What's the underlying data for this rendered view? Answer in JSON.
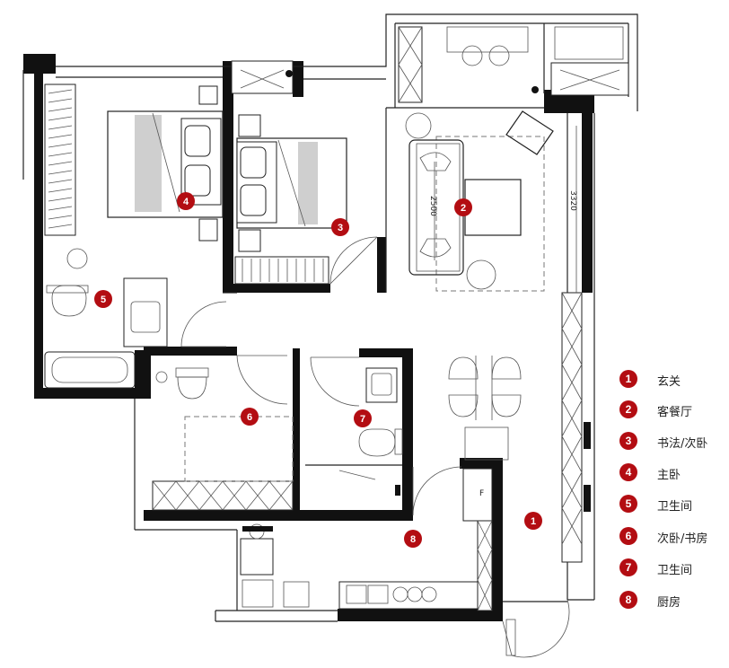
{
  "dimensions": {
    "sofa_length": "2500",
    "living_width": "3320"
  },
  "markers": [
    {
      "id": "1",
      "label": "1"
    },
    {
      "id": "2",
      "label": "2"
    },
    {
      "id": "3",
      "label": "3"
    },
    {
      "id": "4",
      "label": "4"
    },
    {
      "id": "5",
      "label": "5"
    },
    {
      "id": "6",
      "label": "6"
    },
    {
      "id": "7",
      "label": "7"
    },
    {
      "id": "8",
      "label": "8"
    }
  ],
  "legend": [
    {
      "num": "1",
      "label": "玄关"
    },
    {
      "num": "2",
      "label": "客餐厅"
    },
    {
      "num": "3",
      "label": "书法/次卧"
    },
    {
      "num": "4",
      "label": "主卧"
    },
    {
      "num": "5",
      "label": "卫生间"
    },
    {
      "num": "6",
      "label": "次卧/书房"
    },
    {
      "num": "7",
      "label": "卫生间"
    },
    {
      "num": "8",
      "label": "厨房"
    }
  ],
  "colors": {
    "marker": "#b30d12",
    "wall": "#111111"
  },
  "fridge_mark": "F"
}
